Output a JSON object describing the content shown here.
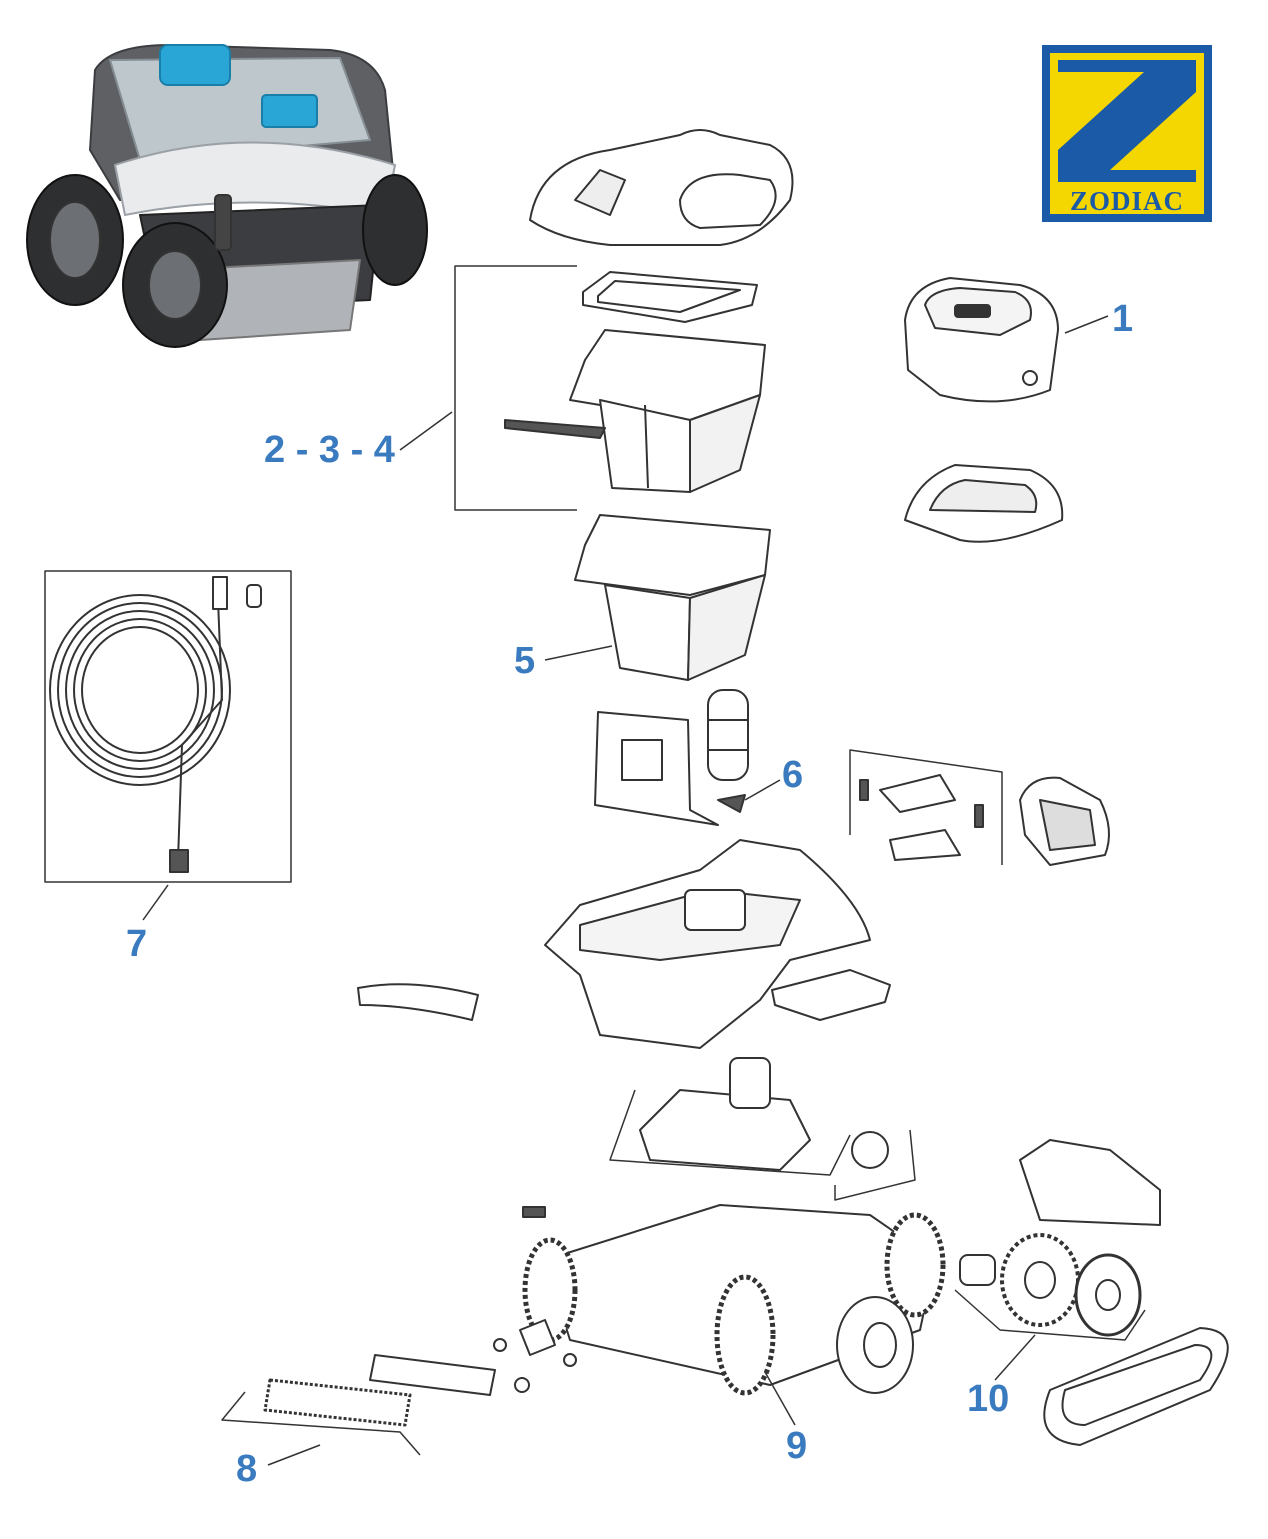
{
  "brand": {
    "name": "ZODIAC",
    "colors": {
      "blue": "#1a5aa6",
      "yellow": "#f4d600"
    }
  },
  "label_color": "#3a7abf",
  "callouts": [
    {
      "id": "1",
      "text": "1"
    },
    {
      "id": "2-3-4",
      "text": "2 - 3 - 4"
    },
    {
      "id": "5",
      "text": "5"
    },
    {
      "id": "6",
      "text": "6"
    },
    {
      "id": "7",
      "text": "7"
    },
    {
      "id": "8",
      "text": "8"
    },
    {
      "id": "9",
      "text": "9"
    },
    {
      "id": "10",
      "text": "10"
    }
  ]
}
